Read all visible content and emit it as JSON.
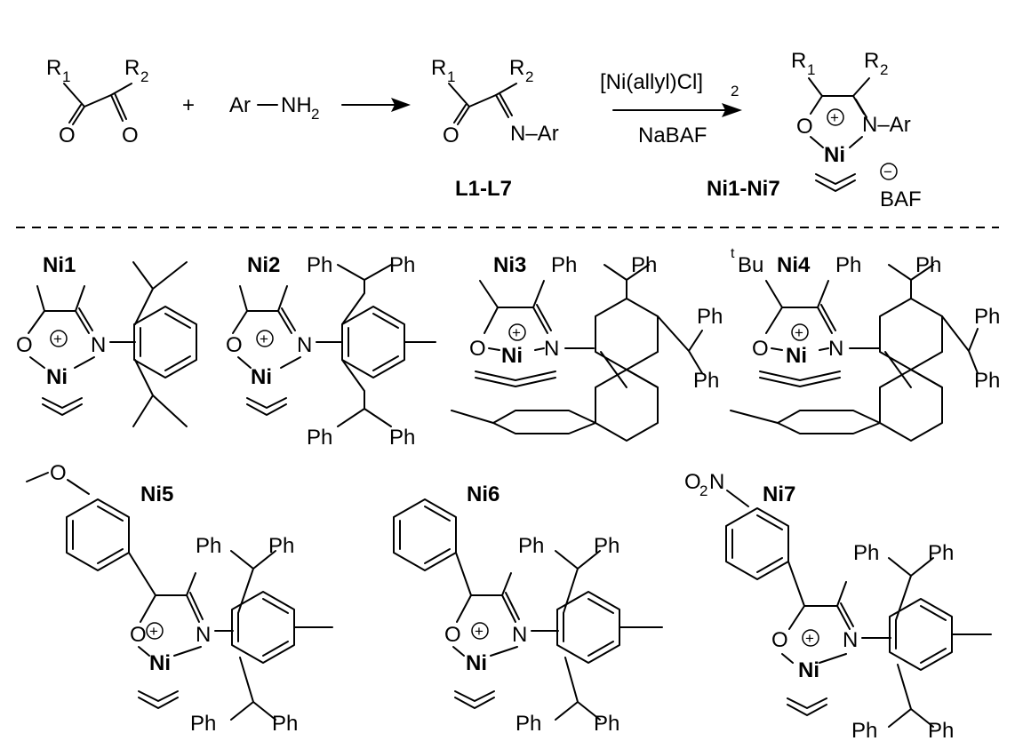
{
  "scheme": {
    "r1": "R",
    "r1_sub": "1",
    "r2": "R",
    "r2_sub": "2",
    "oxygen": "O",
    "nitrogen": "N",
    "plus": "+",
    "amine_ar": "Ar",
    "amine_nh": "NH",
    "amine_sub": "2",
    "n_ar": "N–Ar",
    "reagent_top": "[Ni(allyl)Cl]",
    "reagent_top_sub": "2",
    "reagent_bottom": "NaBAF",
    "ligand_label": "L1-L7",
    "complex_label": "Ni1-Ni7",
    "ni": "Ni",
    "counterion": "BAF",
    "cation_charge": "+",
    "anion_charge": "−"
  },
  "catalysts": [
    {
      "label": "Ni1"
    },
    {
      "label": "Ni2"
    },
    {
      "label": "Ni3"
    },
    {
      "label": "Ni4"
    },
    {
      "label": "Ni5"
    },
    {
      "label": "Ni6"
    },
    {
      "label": "Ni7"
    }
  ],
  "atoms": {
    "ph": "Ph",
    "t_sup": "t",
    "bu": "Bu",
    "o2n_o": "O",
    "o2n_sub": "2",
    "o2n_n": "N"
  }
}
